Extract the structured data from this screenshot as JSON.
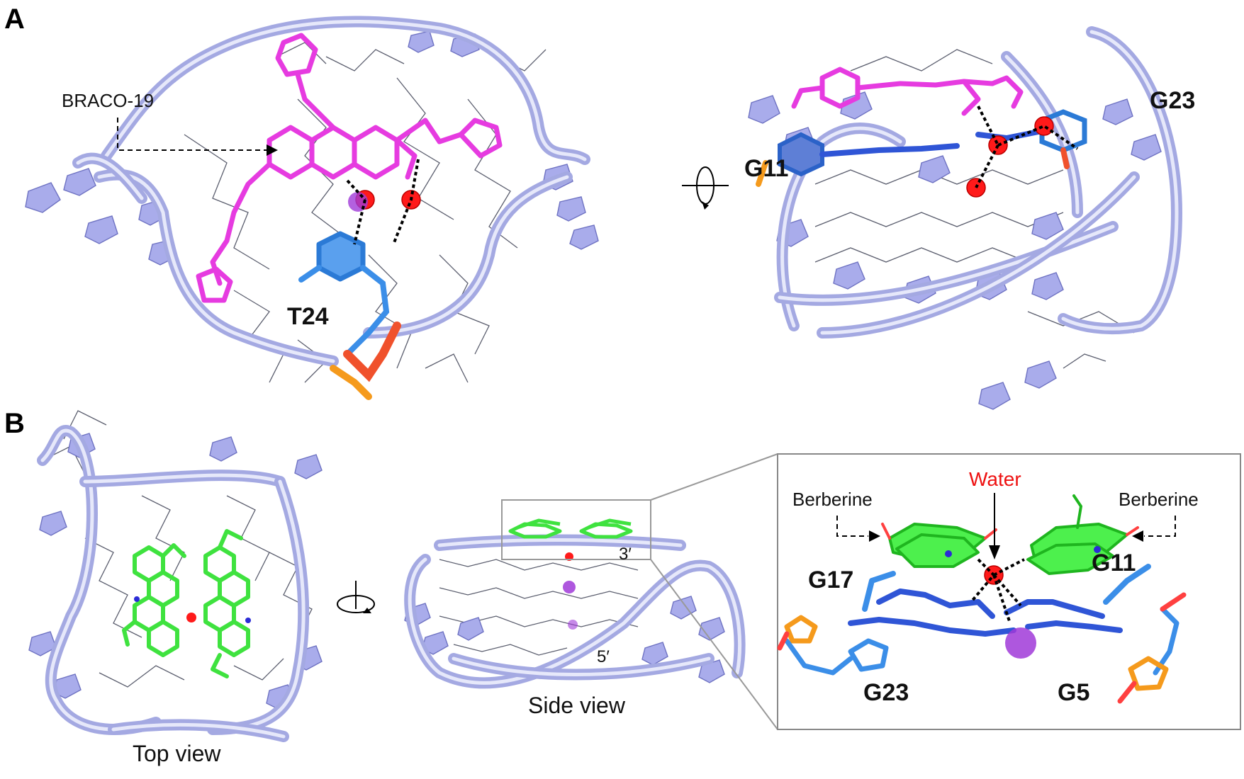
{
  "panels": {
    "a": {
      "letter": "A",
      "ligand_label": "BRACO-19",
      "residues": {
        "t24": "T24",
        "g11": "G11",
        "g23": "G23"
      }
    },
    "b": {
      "letter": "B",
      "top_view_label": "Top view",
      "side_view_label": "Side view",
      "prime_3": "3′",
      "prime_5": "5′",
      "inset": {
        "water_label": "Water",
        "berberine_left": "Berberine",
        "berberine_right": "Berberine",
        "residues": {
          "g17": "G17",
          "g11": "G11",
          "g23": "G23",
          "g5": "G5"
        }
      }
    }
  },
  "colors": {
    "dna_ribbon": "#a4a9e2",
    "braco19": "#e63be0",
    "berberine": "#3fe23f",
    "nucleotide_stick": "#3b8ee8",
    "water": "#ff1a1a",
    "potassium": "#a03ad8",
    "phosphate": "#f59a1c",
    "water_label": "#ee1111"
  }
}
